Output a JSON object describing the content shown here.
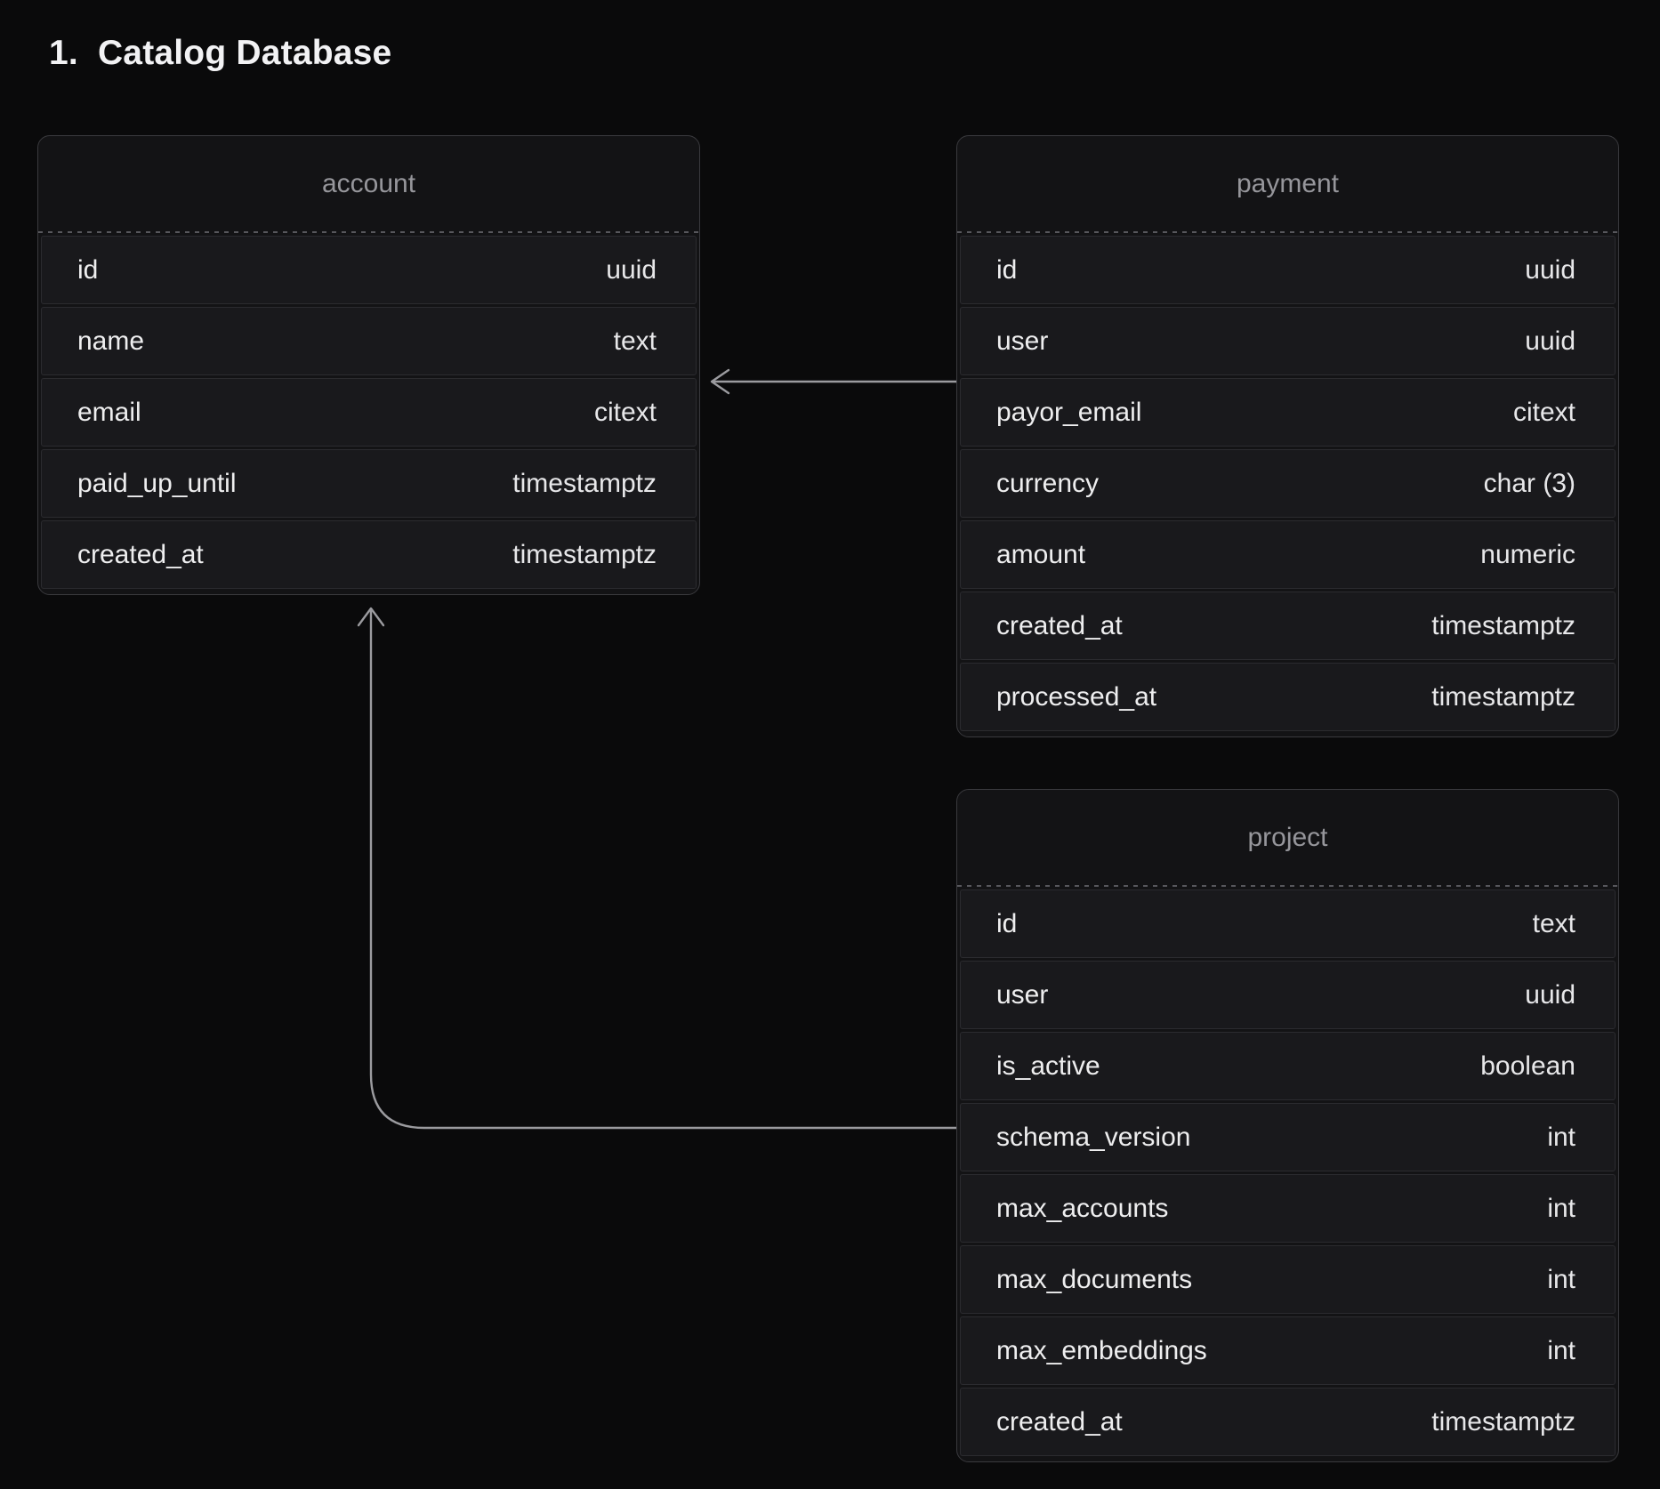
{
  "title": {
    "number": "1.",
    "text": "Catalog Database"
  },
  "tables": [
    {
      "name": "account",
      "columns": [
        {
          "field": "id",
          "type": "uuid"
        },
        {
          "field": "name",
          "type": "text"
        },
        {
          "field": "email",
          "type": "citext"
        },
        {
          "field": "paid_up_until",
          "type": "timestamptz"
        },
        {
          "field": "created_at",
          "type": "timestamptz"
        }
      ]
    },
    {
      "name": "payment",
      "columns": [
        {
          "field": "id",
          "type": "uuid"
        },
        {
          "field": "user",
          "type": "uuid"
        },
        {
          "field": "payor_email",
          "type": "citext"
        },
        {
          "field": "currency",
          "type": "char (3)"
        },
        {
          "field": "amount",
          "type": "numeric"
        },
        {
          "field": "created_at",
          "type": "timestamptz"
        },
        {
          "field": "processed_at",
          "type": "timestamptz"
        }
      ]
    },
    {
      "name": "project",
      "columns": [
        {
          "field": "id",
          "type": "text"
        },
        {
          "field": "user",
          "type": "uuid"
        },
        {
          "field": "is_active",
          "type": "boolean"
        },
        {
          "field": "schema_version",
          "type": "int"
        },
        {
          "field": "max_accounts",
          "type": "int"
        },
        {
          "field": "max_documents",
          "type": "int"
        },
        {
          "field": "max_embeddings",
          "type": "int"
        },
        {
          "field": "created_at",
          "type": "timestamptz"
        }
      ]
    }
  ],
  "relations": [
    {
      "from": "payment",
      "to": "account"
    },
    {
      "from": "project",
      "to": "account"
    }
  ],
  "colors": {
    "background": "#0a0a0b",
    "table_bg": "#131315",
    "row_bg": "#19191c",
    "table_border": "#3a3a3e",
    "row_border": "#2b2b2f",
    "dashed_separator": "#57575c",
    "header_text": "#96969b",
    "field_text": "#eeeeef",
    "type_text": "#e7e7e9",
    "title_text": "#f2f2f4",
    "arrow": "#9b9b9f"
  }
}
